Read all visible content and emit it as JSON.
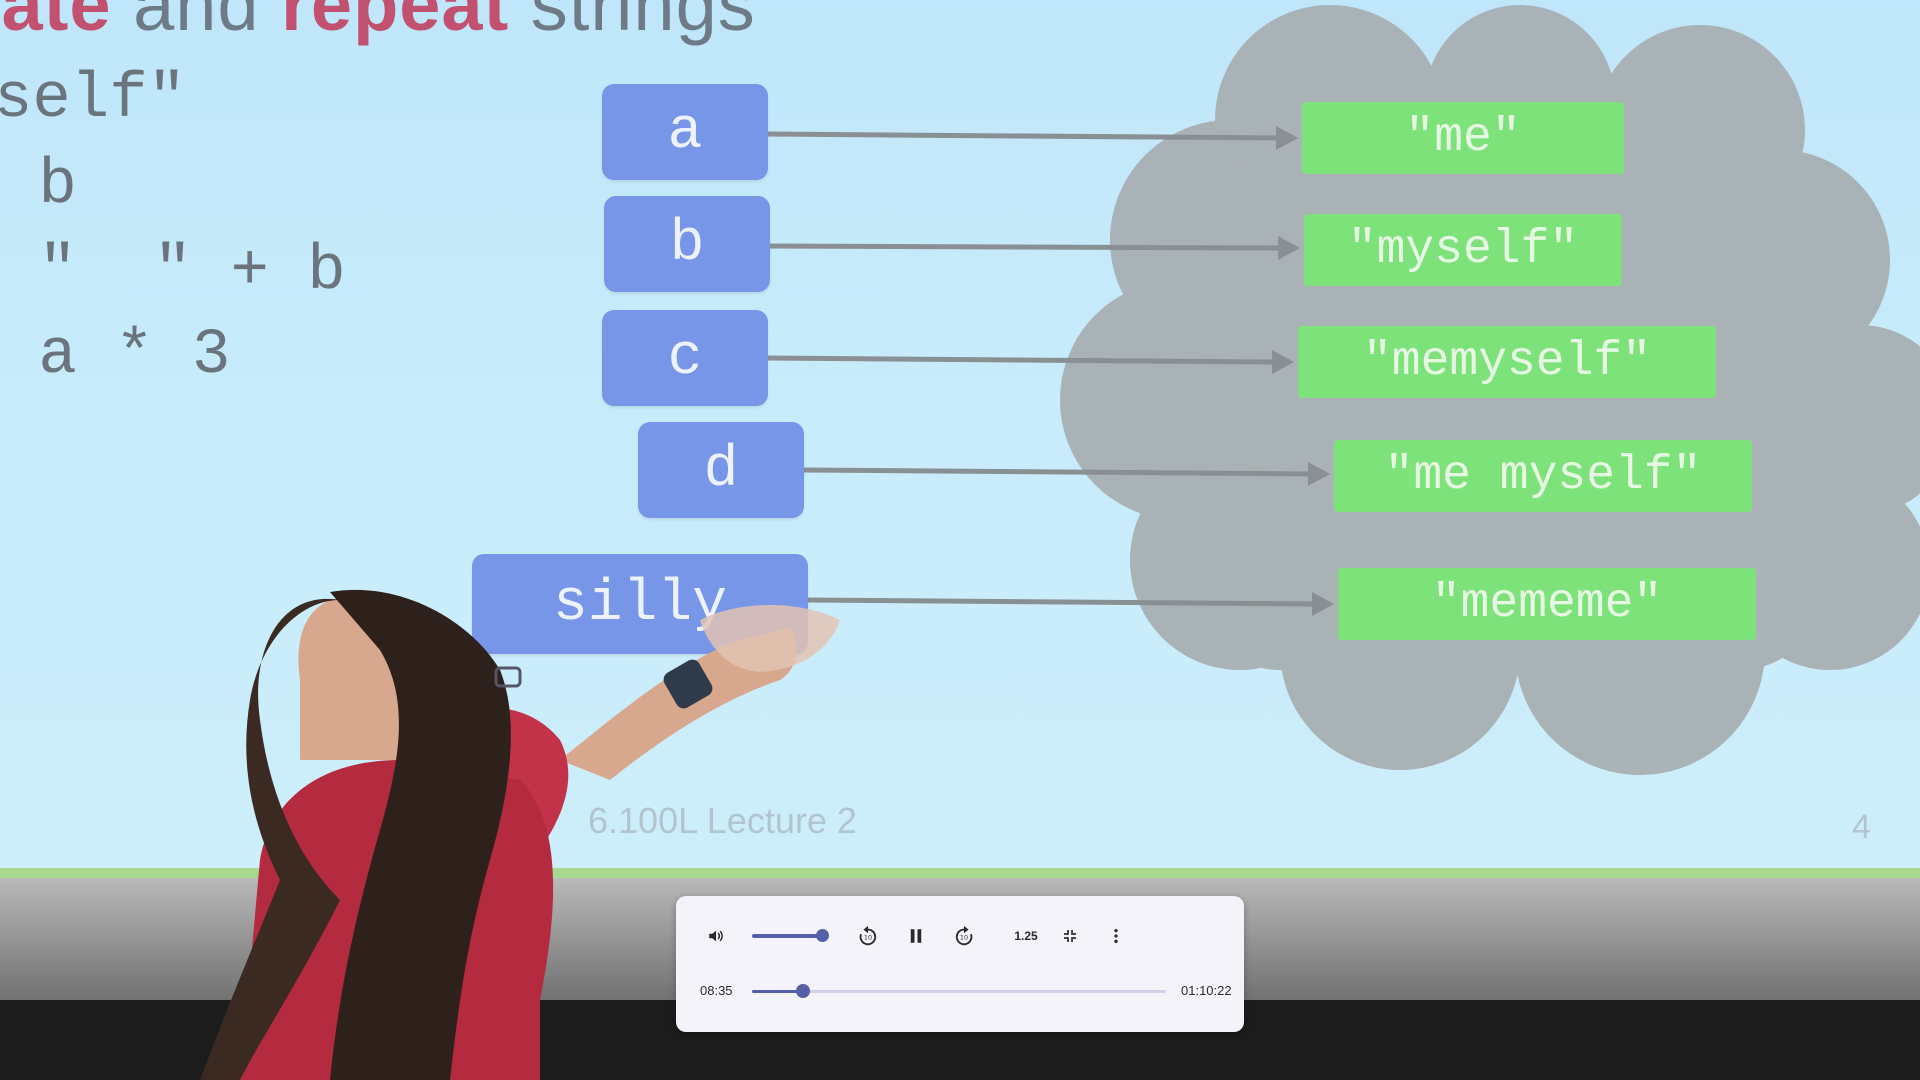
{
  "slide": {
    "title": {
      "part1": "iate",
      "part2": " and ",
      "part3": "repeat",
      "part4": " strings"
    },
    "code_lines": [
      "self\"",
      " b",
      " \"  \" + b",
      " a * 3"
    ],
    "variables": [
      {
        "name": "a",
        "value": "\"me\""
      },
      {
        "name": "b",
        "value": "\"myself\""
      },
      {
        "name": "c",
        "value": "\"memyself\""
      },
      {
        "name": "d",
        "value": "\"me myself\""
      },
      {
        "name": "silly",
        "value": "\"mememe\""
      }
    ],
    "footer": "6.100L Lecture 2",
    "page_number": "4"
  },
  "player": {
    "current_time": "08:35",
    "total_time": "01:10:22",
    "speed": "1.25",
    "volume": 0.85,
    "progress": 0.122,
    "state": "playing"
  }
}
